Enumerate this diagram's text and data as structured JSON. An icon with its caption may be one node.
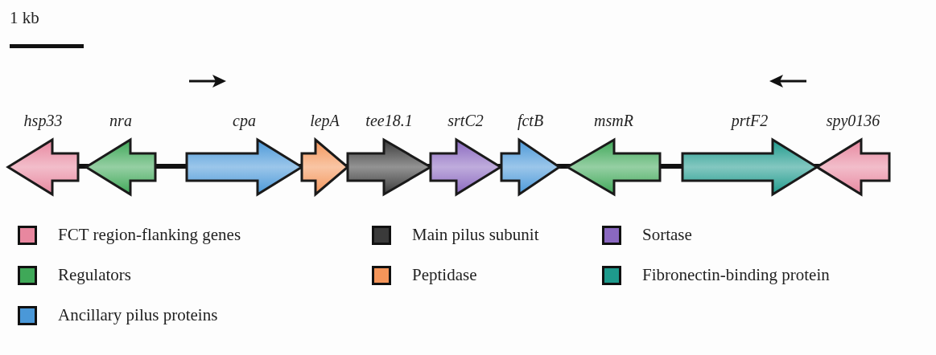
{
  "diagram": {
    "nodes": [
      {
        "text": [
          "*hsp33*"
        ]
      },
      {
        "text": [
          "*nra*"
        ]
      },
      {
        "text": [
          "*cpa*"
        ]
      },
      {
        "text": [
          "*lepA*"
        ]
      },
      {
        "text": [
          "*tee18.1*"
        ]
      },
      {
        "text": [
          "*srtC2*"
        ]
      },
      {
        "text": [
          "*fctB*"
        ]
      },
      {
        "text": [
          "*msmR*"
        ]
      },
      {
        "text": [
          "*prtF2*"
        ]
      },
      {
        "text": [
          "*spy0136*"
        ]
      }
    ],
    "labels": [
      "1 kb"
    ],
    "legend": [
      {
        "text": "FCT region-flanking genes",
        "color": "#e8879f"
      },
      {
        "text": "Main pilus subunit",
        "color": "#3a3a3a"
      },
      {
        "text": "Sortase",
        "color": "#8a68c0"
      },
      {
        "text": "Regulators",
        "color": "#3fa858"
      },
      {
        "text": "Peptidase",
        "color": "#f4955a"
      },
      {
        "text": "Fibronectin-binding protein",
        "color": "#1e9a8c"
      },
      {
        "text": "Ancillary pilus proteins",
        "color": "#4a98d8"
      }
    ]
  }
}
